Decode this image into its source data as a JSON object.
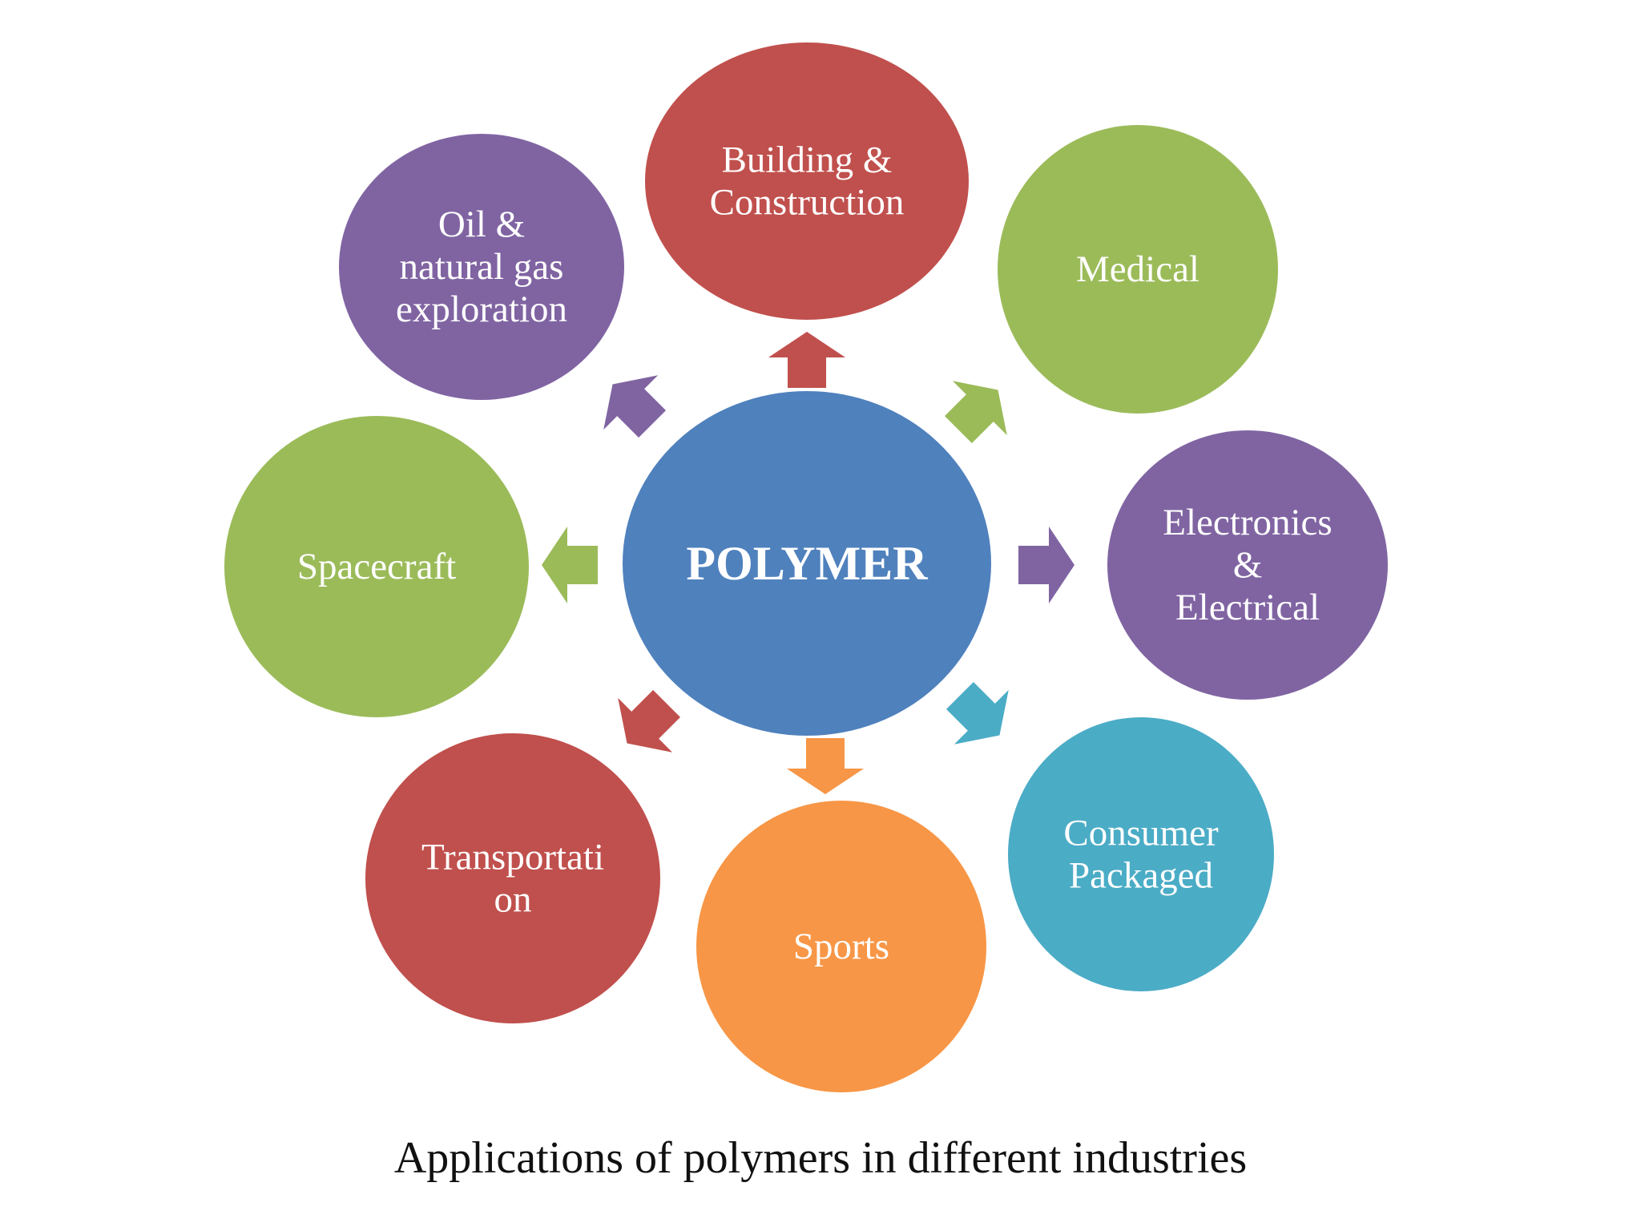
{
  "center": {
    "label": "POLYMER",
    "color": "#4F81BD"
  },
  "nodes": [
    {
      "id": "building",
      "lines": [
        "Building &",
        "Construction"
      ],
      "color": "#C0504D"
    },
    {
      "id": "medical",
      "lines": [
        "Medical"
      ],
      "color": "#9BBB59"
    },
    {
      "id": "electronics",
      "lines": [
        "Electronics",
        "&",
        "Electrical"
      ],
      "color": "#8064A2"
    },
    {
      "id": "consumer",
      "lines": [
        "Consumer",
        "Packaged"
      ],
      "color": "#4BACC6"
    },
    {
      "id": "sports",
      "lines": [
        "Sports"
      ],
      "color": "#F79646"
    },
    {
      "id": "transportation",
      "lines": [
        "Transportati",
        "on"
      ],
      "color": "#C0504D"
    },
    {
      "id": "spacecraft",
      "lines": [
        "Spacecraft"
      ],
      "color": "#9BBB59"
    },
    {
      "id": "oil-gas",
      "lines": [
        "Oil &",
        "natural gas",
        "exploration"
      ],
      "color": "#8064A2"
    }
  ],
  "caption": "Applications of polymers in different industries"
}
